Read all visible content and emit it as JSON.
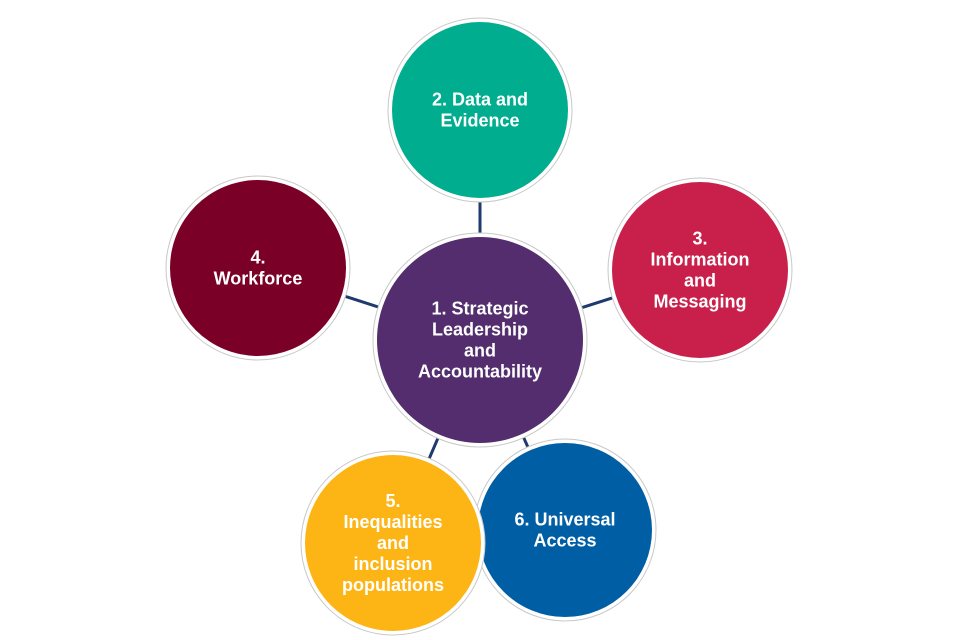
{
  "nodes": [
    {
      "id": "center",
      "lines": [
        "1. Strategic",
        "Leadership",
        "and",
        "Accountability"
      ],
      "color": "#532d6d"
    },
    {
      "id": "data",
      "lines": [
        "2. Data and",
        "Evidence"
      ],
      "color": "#00ad8e"
    },
    {
      "id": "information",
      "lines": [
        "3.",
        "Information",
        "and",
        "Messaging"
      ],
      "color": "#c8204b"
    },
    {
      "id": "workforce",
      "lines": [
        "4.",
        "Workforce"
      ],
      "color": "#7b0028"
    },
    {
      "id": "inequalities",
      "lines": [
        "5.",
        "Inequalities",
        "and",
        "inclusion",
        "populations"
      ],
      "color": "#fdb515"
    },
    {
      "id": "universal",
      "lines": [
        "6. Universal",
        "Access"
      ],
      "color": "#005ea5"
    }
  ],
  "connector_color": "#1f3a6e"
}
